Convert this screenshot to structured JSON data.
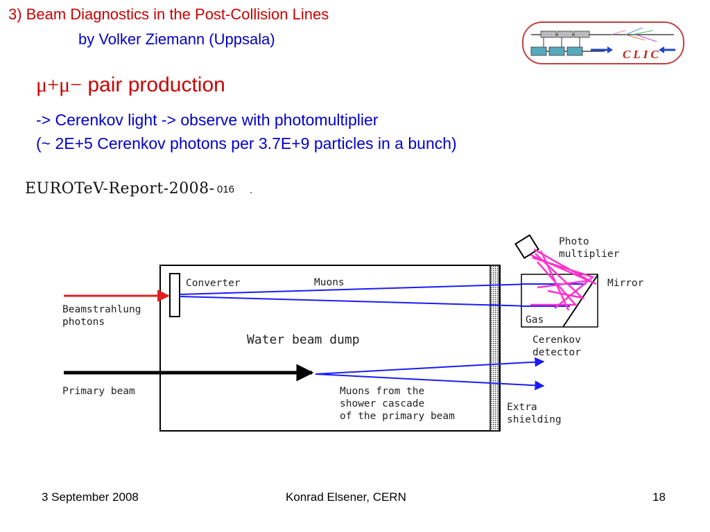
{
  "slide": {
    "title_line1": "3) Beam Diagnostics in the Post-Collision Lines",
    "title_line2": "by Volker Ziemann (Uppsala)",
    "heading_symbol": "μ+μ−",
    "heading_text": " pair production",
    "bullet1": "-> Cerenkov light -> observe with photomultiplier",
    "bullet2": "(~ 2E+5  Cerenkov photons per 3.7E+9 particles in a bunch)",
    "report_prefix": "EUROTeV-Report-2008-",
    "report_number": "016",
    "report_dot": "."
  },
  "logo": {
    "text": "CLIC"
  },
  "diagram": {
    "converter": "Converter",
    "muons": "Muons",
    "beamstrahlung_line1": "Beamstrahlung",
    "beamstrahlung_line2": "photons",
    "water_beam_dump": "Water beam dump",
    "primary_beam": "Primary beam",
    "muons_cascade_line1": "Muons from the",
    "muons_cascade_line2": "shower cascade",
    "muons_cascade_line3": "of the primary beam",
    "photo_line1": "Photo",
    "photo_line2": "multiplier",
    "mirror": "Mirror",
    "gas": "Gas",
    "cerenkov_line1": "Cerenkov",
    "cerenkov_line2": "detector",
    "extra_line1": "Extra",
    "extra_line2": "shielding"
  },
  "footer": {
    "date": "3 September 2008",
    "author": "Konrad Elsener, CERN",
    "page": "18"
  },
  "colors": {
    "title_red": "#cc0000",
    "text_blue": "#0000cc",
    "beam_blue": "#1a1aff",
    "photon_red": "#e02020",
    "light_magenta": "#ff33cc"
  }
}
